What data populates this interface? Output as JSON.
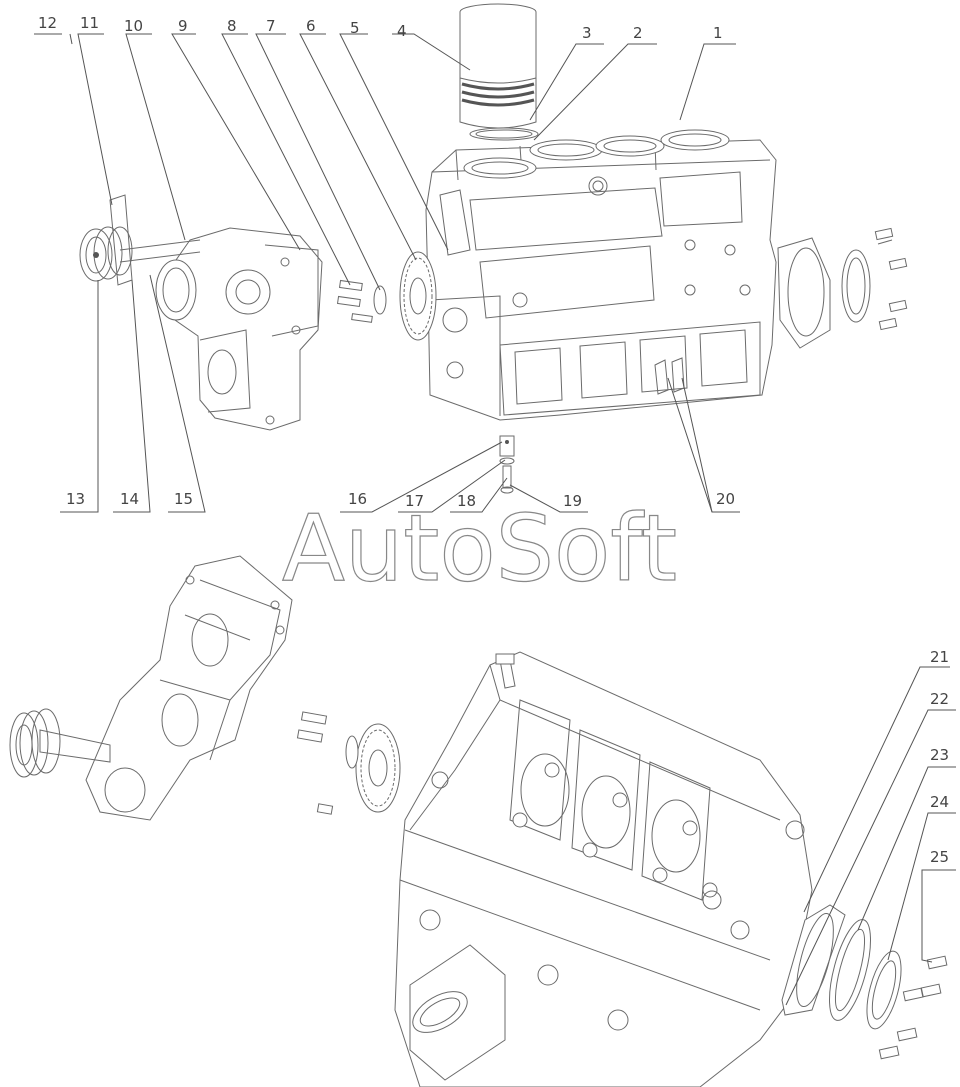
{
  "watermark": "AutoSoft",
  "callouts": [
    "1",
    "2",
    "3",
    "4",
    "5",
    "6",
    "7",
    "8",
    "9",
    "10",
    "11",
    "12",
    "13",
    "14",
    "15",
    "16",
    "17",
    "18",
    "19",
    "20",
    "21",
    "22",
    "23",
    "24",
    "25"
  ],
  "colors": {
    "line": "#6b6b6b",
    "text": "#444444",
    "background": "#ffffff"
  }
}
